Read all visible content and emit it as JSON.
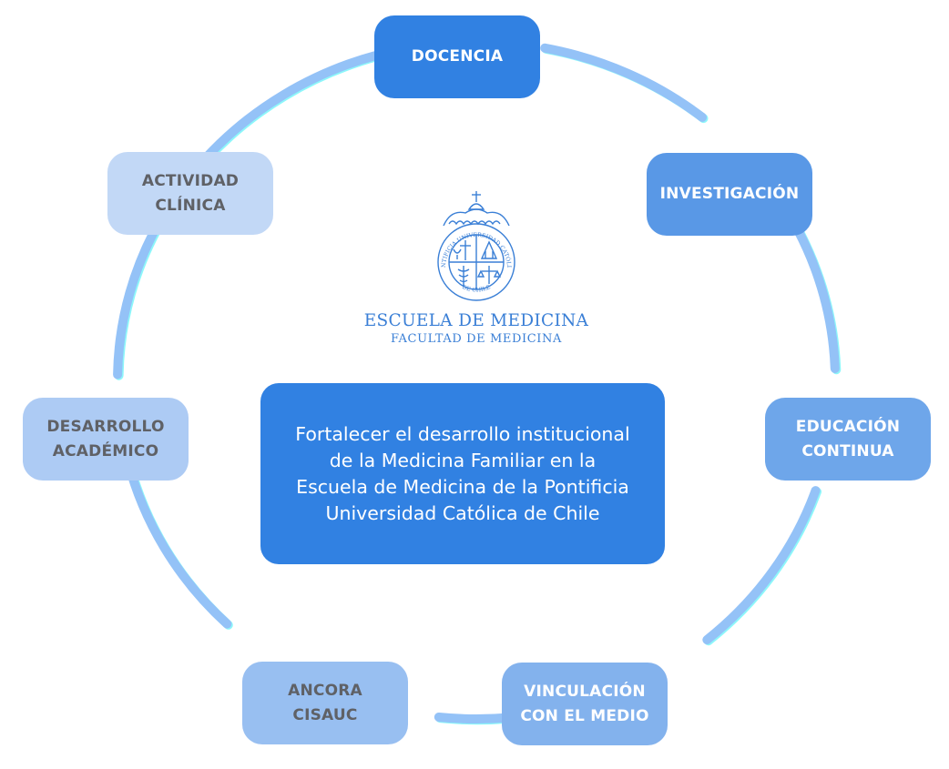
{
  "diagram": {
    "type": "cycle",
    "center": {
      "statement_lines": [
        "Fortalecer el desarrollo institucional",
        "de la Medicina Familiar en la",
        "Escuela de Medicina de la Pontificia",
        "Universidad Católica de Chile"
      ]
    },
    "logo": {
      "seal_ring_text_top": "PONTIFICIA UNIVERSIDAD CATÓLICA",
      "seal_ring_text_bottom": "DE CHILE",
      "title": "ESCUELA DE MEDICINA",
      "subtitle": "FACULTAD DE MEDICINA",
      "color": "#3a7fd6"
    },
    "nodes": [
      {
        "id": "docencia",
        "lines": [
          "DOCENCIA"
        ],
        "color": "#3181e2",
        "text_color": "#ffffff"
      },
      {
        "id": "investigacion",
        "lines": [
          "INVESTIGACIÓN"
        ],
        "color": "#5998e6",
        "text_color": "#ffffff"
      },
      {
        "id": "educacion-continua",
        "lines": [
          "EDUCACIÓN",
          "CONTINUA"
        ],
        "color": "#6ea6ea",
        "text_color": "#ffffff"
      },
      {
        "id": "vinculacion",
        "lines": [
          "VINCULACIÓN",
          "CON EL MEDIO"
        ],
        "color": "#83b2ed",
        "text_color": "#ffffff"
      },
      {
        "id": "ancora-cisauc",
        "lines": [
          "ANCORA",
          "CISAUC"
        ],
        "color": "#98bff1",
        "text_color": "#5f6166"
      },
      {
        "id": "desarrollo-academico",
        "lines": [
          "DESARROLLO",
          "ACADÉMICO"
        ],
        "color": "#adcbf4",
        "text_color": "#5f6166"
      },
      {
        "id": "actividad-clinica",
        "lines": [
          "ACTIVIDAD",
          "CLÍNICA"
        ],
        "color": "#c2d8f6",
        "text_color": "#5f6166"
      }
    ],
    "connector_color": "#94c2f7",
    "connector_glow": "#2ff0f5"
  }
}
